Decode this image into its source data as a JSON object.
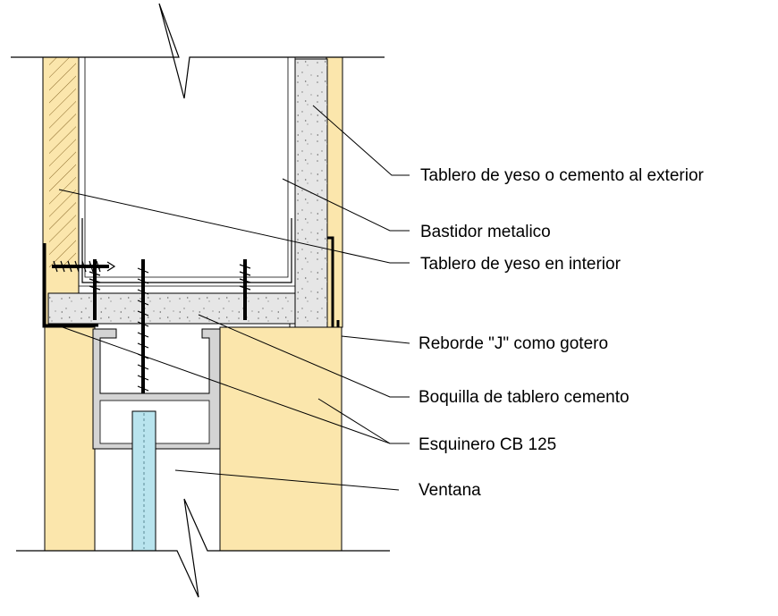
{
  "colors": {
    "wall": "#FBE6AC",
    "cement": "#E6E6E6",
    "profile": "#D4D4D4",
    "glass": "#B9E4EE",
    "line": "#000000"
  },
  "labels": {
    "exterior_board": "Tablero de yeso o cemento  al exterior",
    "metal_frame": "Bastidor metalico",
    "interior_board": "Tablero de yeso en interior",
    "j_edge": "Reborde \"J\"  como gotero",
    "cement_jamb": "Boquilla de tablero cemento",
    "corner_bead": "Esquinero CB 125",
    "window": "Ventana"
  }
}
